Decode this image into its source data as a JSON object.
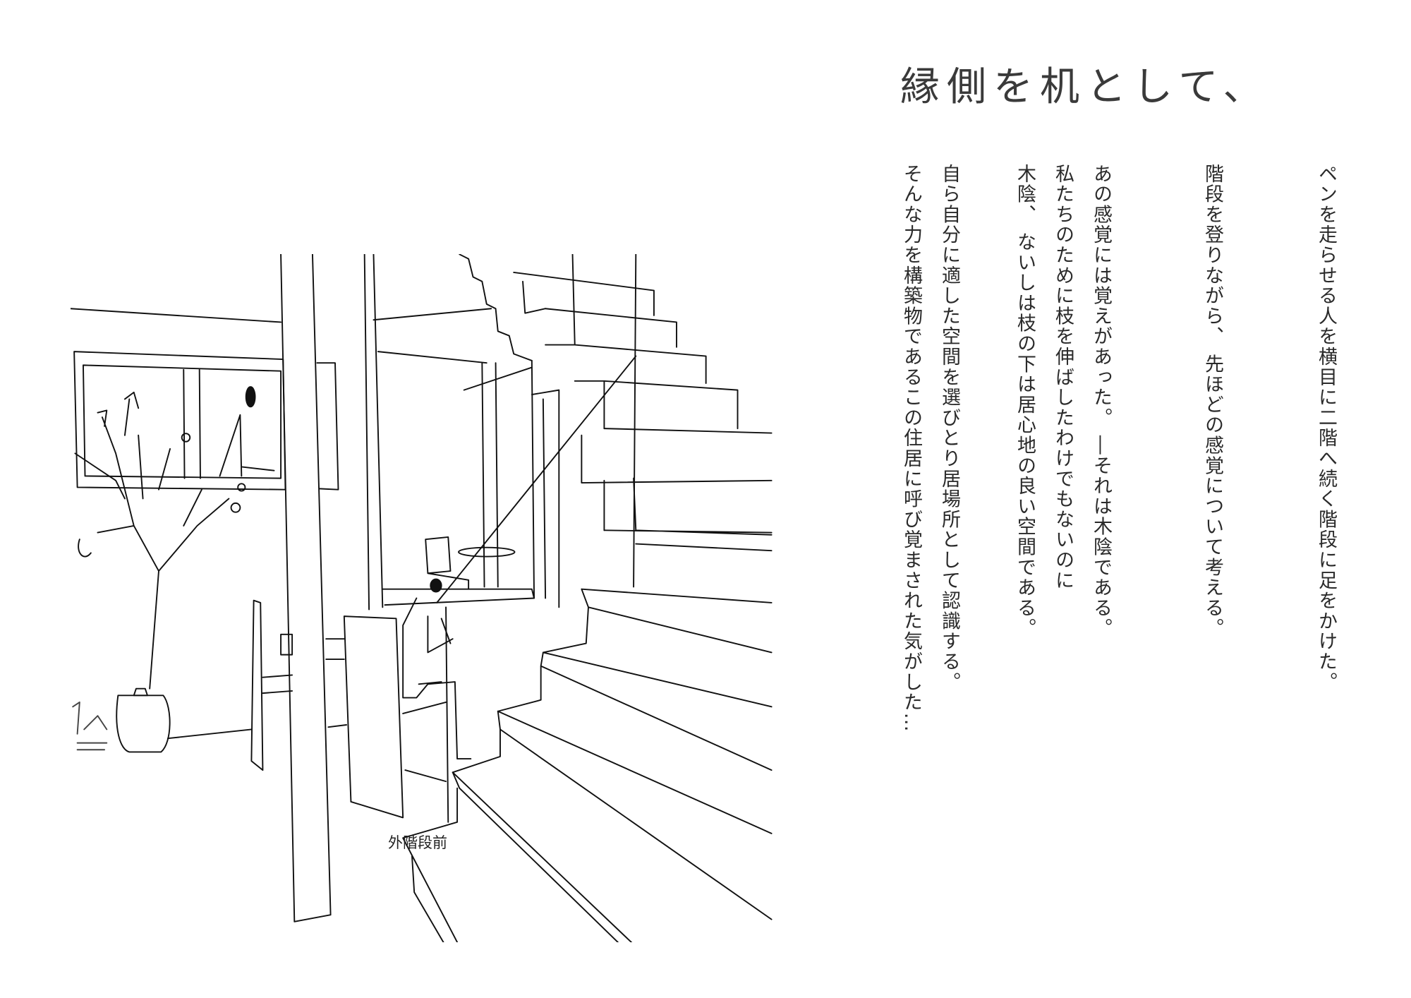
{
  "title": "縁側を机として、",
  "body_columns": [
    "ペンを走らせる人を横目に二階へ続く階段に足をかけた。",
    "階段を登りながら、 先ほどの感覚について考える。",
    "あの感覚には覚えがあった。 ―それは木陰である。",
    "私たちのために枝を伸ばしたわけでもないのに",
    "木陰、 ないしは枝の下は居心地の良い空間である。",
    "自ら自分に適した空間を選びとり居場所として認識する。",
    "そんな力を構築物であるこの住居に呼び覚まされた気がした…"
  ],
  "caption": "外階段前"
}
